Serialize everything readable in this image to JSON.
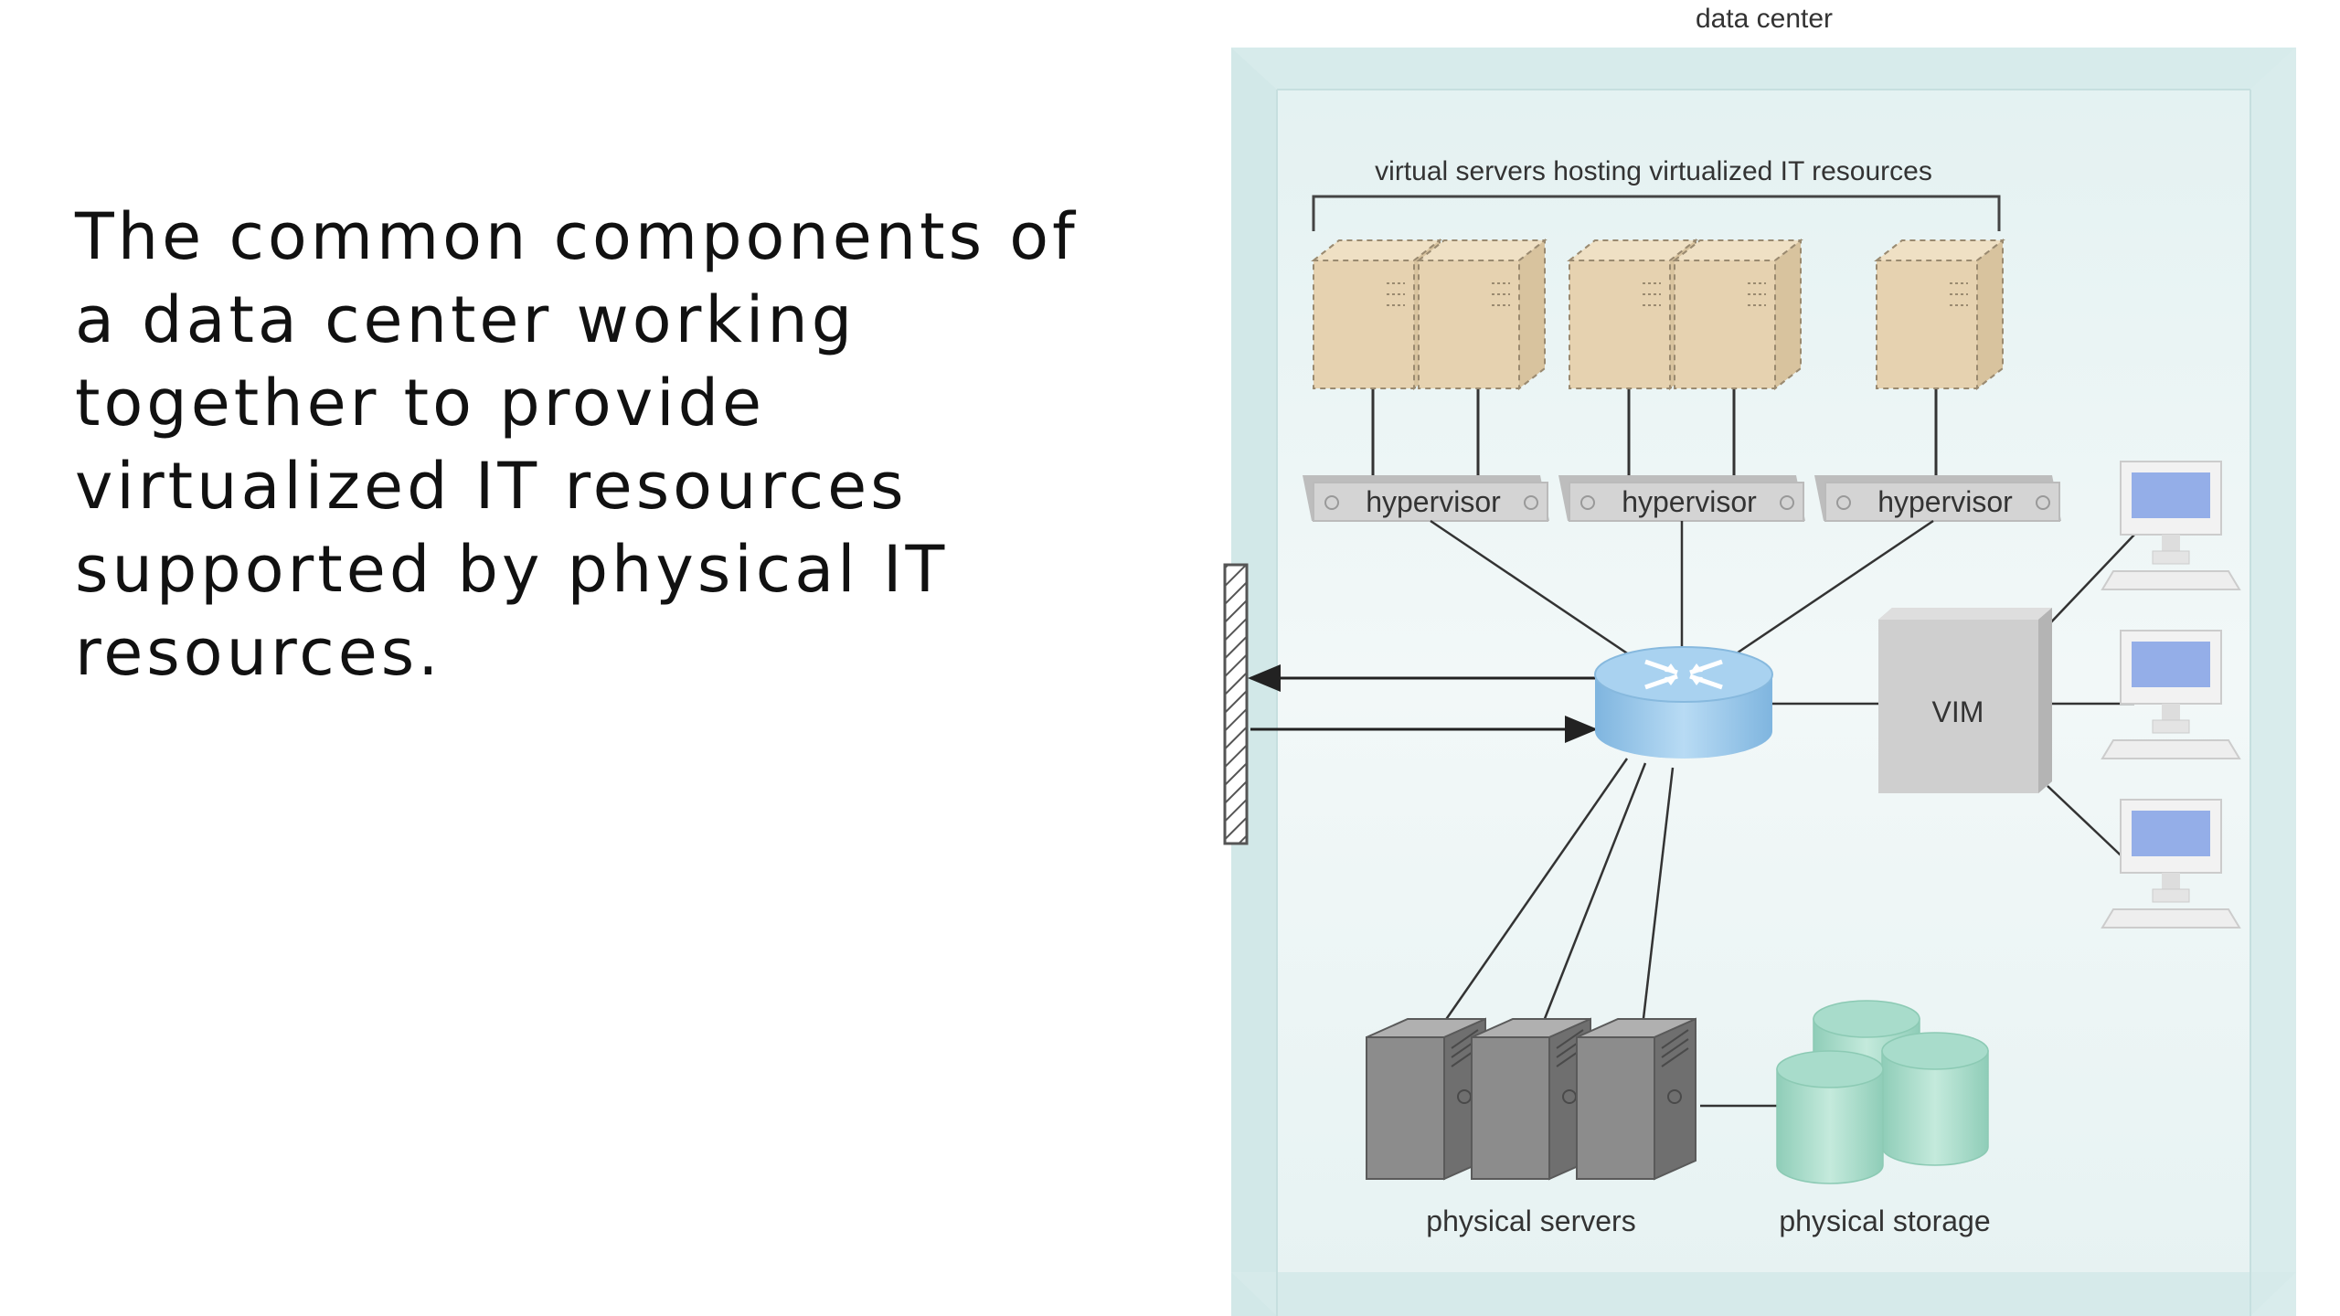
{
  "slide": {
    "body_text": "The common components of a data center working together to provide virtualized IT resources supported by physical IT resources."
  },
  "diagram": {
    "title": "data center",
    "virtual_servers_label": "virtual servers hosting virtualized IT resources",
    "hypervisors": [
      "hypervisor",
      "hypervisor",
      "hypervisor"
    ],
    "vim_label": "VIM",
    "physical_servers_label": "physical servers",
    "physical_storage_label": "physical storage"
  },
  "colors": {
    "container_fill": "#e6f3f3",
    "container_edge": "#cfe6e6",
    "virtual_server": "#e6d2b0",
    "hypervisor_box": "#d4d4d4",
    "router": "#9cc8ea",
    "physical_server": "#8c8c8c",
    "storage": "#a8dccb",
    "monitor_screen": "#94aee8"
  },
  "icons": [
    "virtual-server-icon",
    "hypervisor-icon",
    "router-icon",
    "vim-icon",
    "workstation-icon",
    "physical-server-icon",
    "storage-cylinder-icon",
    "firewall-wall-icon"
  ]
}
